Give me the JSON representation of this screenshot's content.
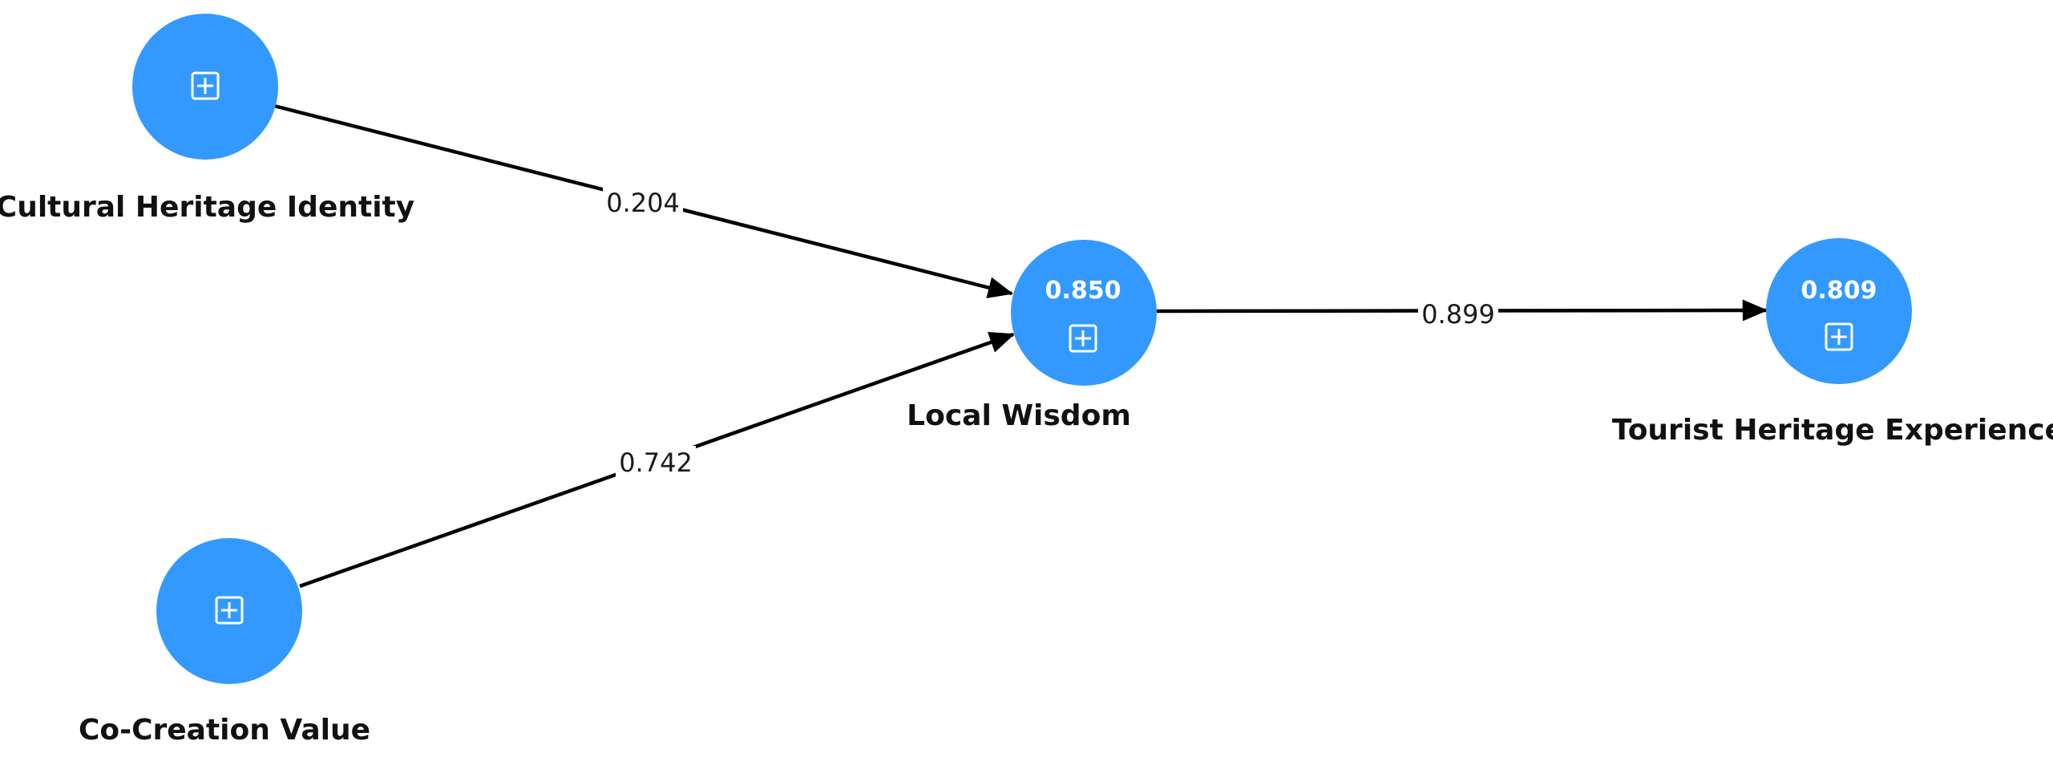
{
  "diagram": {
    "node_color": "#3399ff",
    "edge_color": "#000000",
    "nodes": [
      {
        "id": "cultural-heritage-identity",
        "label": "Cultural Heritage Identity",
        "r2": "",
        "icon": "expand-plus-icon"
      },
      {
        "id": "co-creation-value",
        "label": "Co-Creation Value",
        "r2": "",
        "icon": "expand-plus-icon"
      },
      {
        "id": "local-wisdom",
        "label": "Local Wisdom",
        "r2": "0.850",
        "icon": "expand-plus-icon"
      },
      {
        "id": "tourist-heritage-experience",
        "label": "Tourist Heritage Experience",
        "r2": "0.809",
        "icon": "expand-plus-icon"
      }
    ],
    "edges": [
      {
        "from": "cultural-heritage-identity",
        "to": "local-wisdom",
        "coefficient": "0.204"
      },
      {
        "from": "co-creation-value",
        "to": "local-wisdom",
        "coefficient": "0.742"
      },
      {
        "from": "local-wisdom",
        "to": "tourist-heritage-experience",
        "coefficient": "0.899"
      }
    ]
  }
}
